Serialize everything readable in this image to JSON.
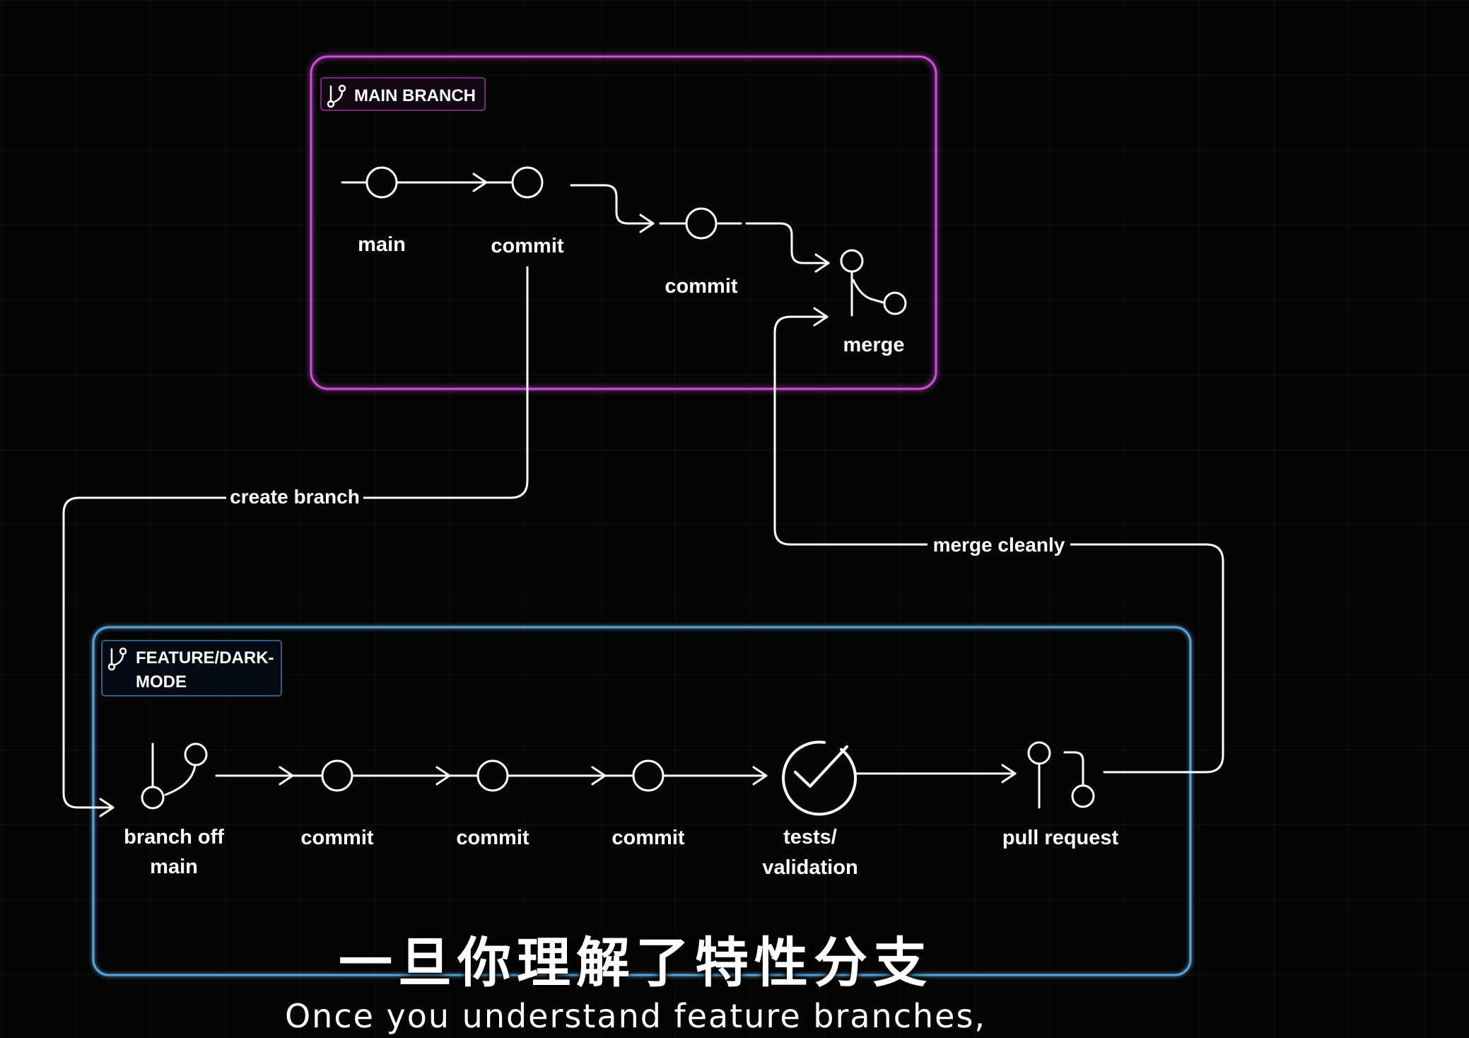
{
  "main_branch": {
    "tag": "MAIN BRANCH",
    "nodes": [
      "main",
      "commit",
      "commit",
      "merge"
    ],
    "color": "#d04fd8"
  },
  "feature_branch": {
    "tag_line1": "FEATURE/DARK-",
    "tag_line2": "MODE",
    "nodes": {
      "branch_off_line1": "branch off",
      "branch_off_line2": "main",
      "commit1": "commit",
      "commit2": "commit",
      "commit3": "commit",
      "tests_line1": "tests/",
      "tests_line2": "validation",
      "pull_request": "pull request"
    },
    "color": "#5aa4d8"
  },
  "edges": {
    "create_branch": "create branch",
    "merge_cleanly": "merge cleanly"
  },
  "subtitles": {
    "zh": "一旦你理解了特性分支",
    "en": "Once you understand feature branches,"
  }
}
